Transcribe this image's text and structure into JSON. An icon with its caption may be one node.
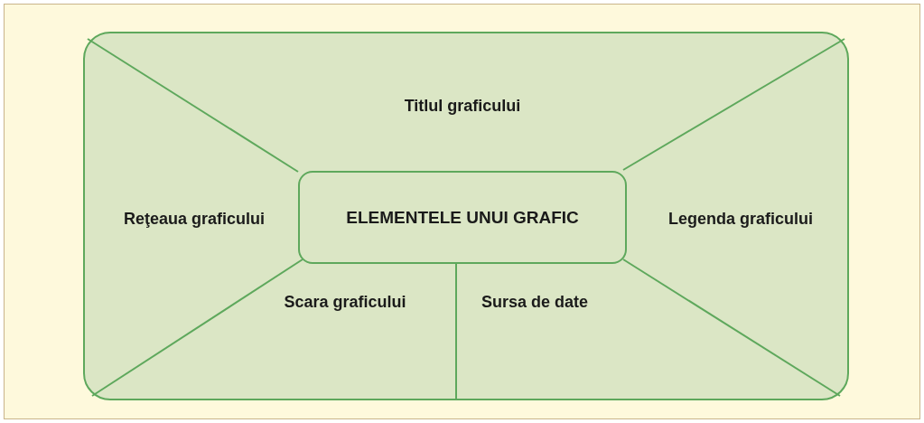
{
  "diagram": {
    "nodes": [
      {
        "text": [],
        "shape": "box"
      },
      {
        "text": [
          "Titlul graficului"
        ],
        "in": 0
      },
      {
        "text": [
          "Reţeaua graficului"
        ],
        "in": 0
      },
      {
        "text": [
          "ELEMENTELE UNUI GRAFIC"
        ],
        "in": 0
      },
      {
        "text": [
          "Legenda graficului"
        ],
        "in": 0
      },
      {
        "text": [
          "Scara graficului"
        ],
        "in": 0
      },
      {
        "text": [
          "Sursa de date"
        ],
        "in": 0
      }
    ],
    "edges": []
  }
}
